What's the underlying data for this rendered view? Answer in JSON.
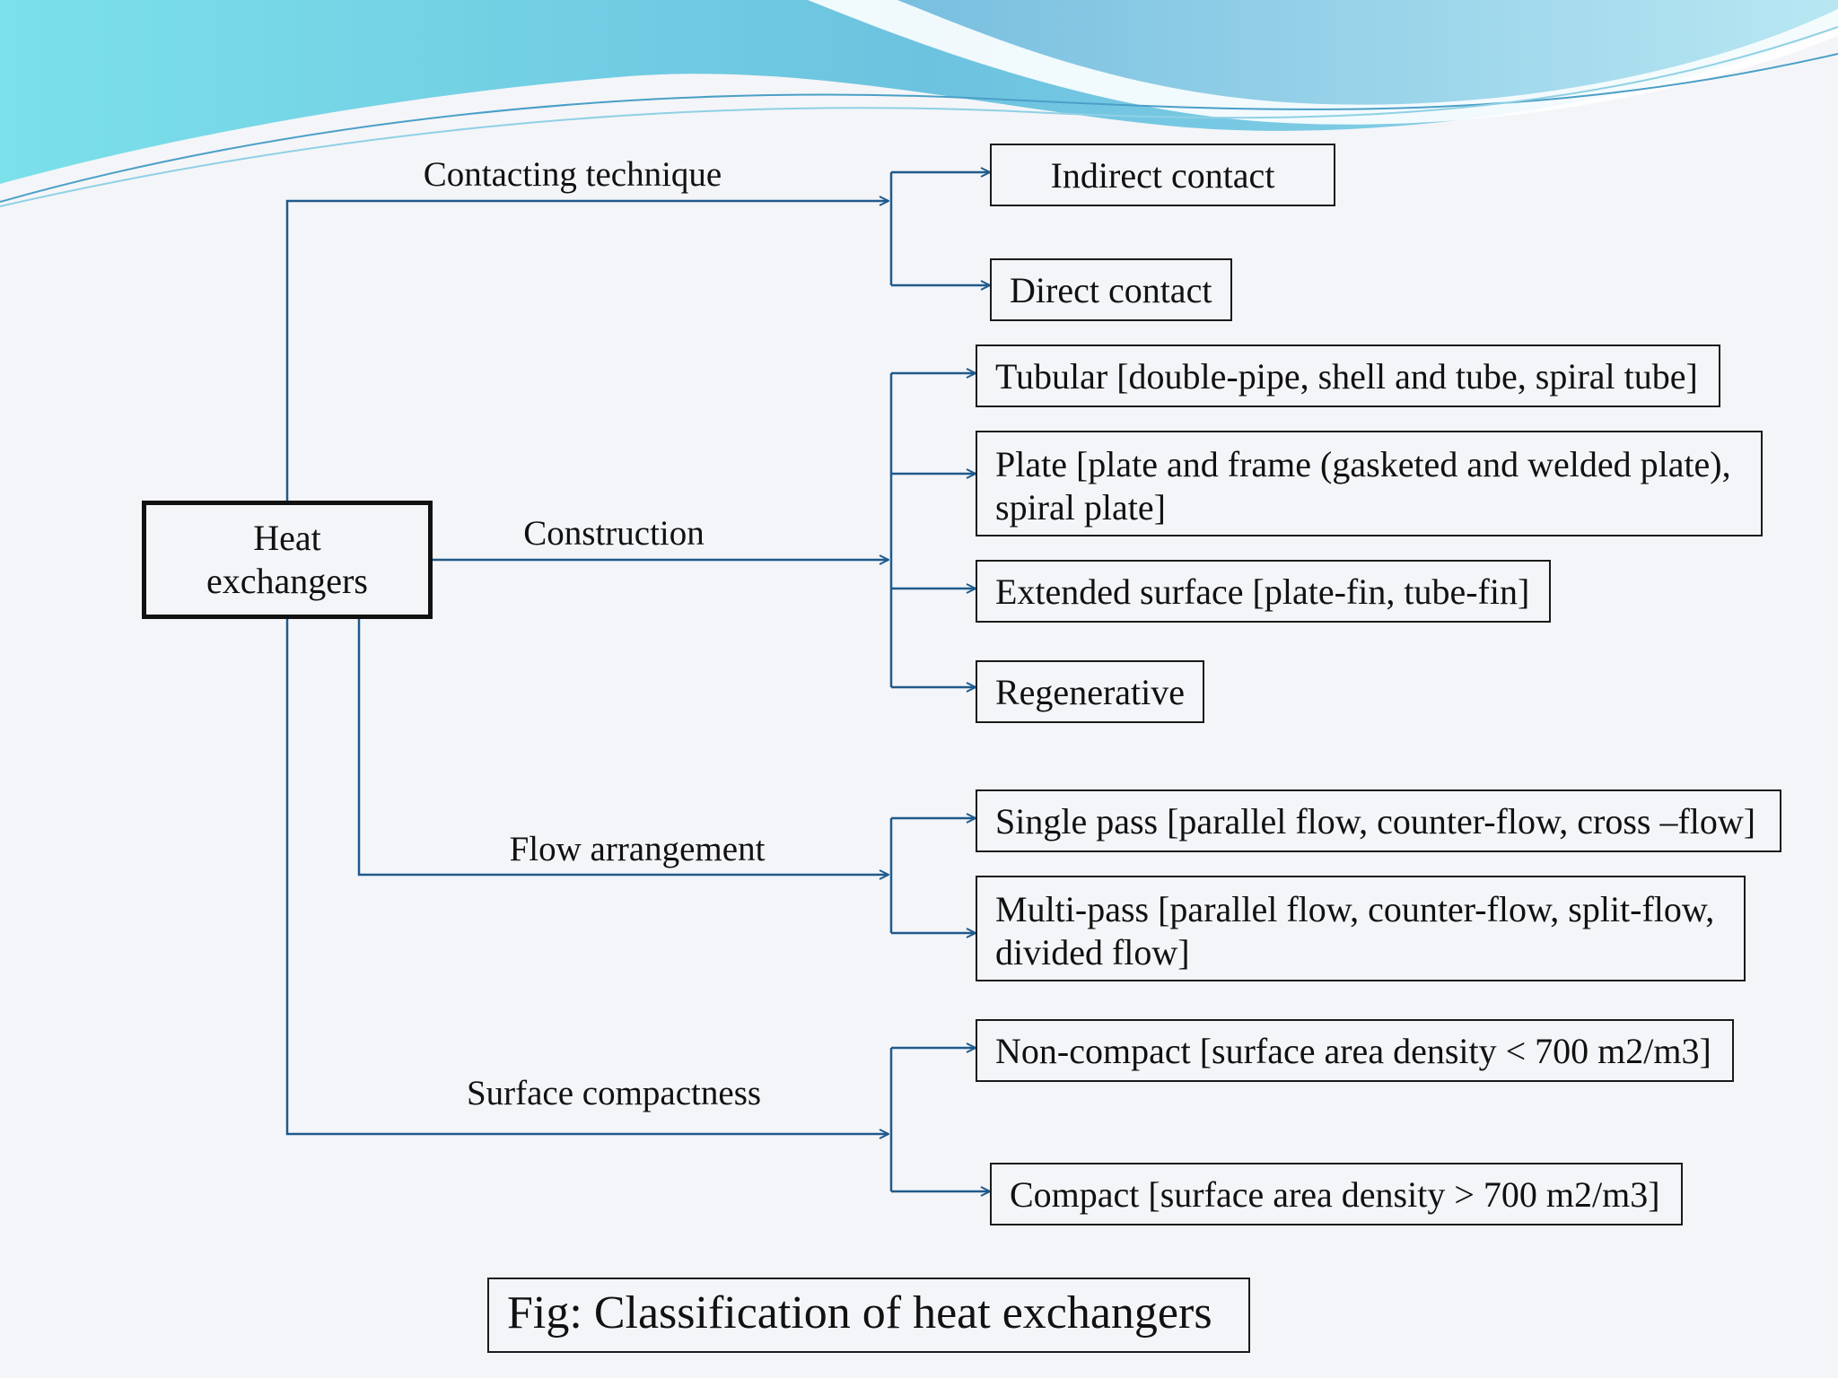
{
  "root": {
    "label_line1": "Heat",
    "label_line2": "exchangers"
  },
  "branches": {
    "contacting": {
      "label": "Contacting technique",
      "items": [
        "Indirect contact",
        "Direct contact"
      ]
    },
    "construction": {
      "label": "Construction",
      "items": [
        "Tubular [double-pipe, shell and tube, spiral tube]",
        "Plate [plate and frame (gasketed and welded plate), spiral plate]",
        "Extended surface [plate-fin, tube-fin]",
        "Regenerative"
      ]
    },
    "flow": {
      "label": "Flow arrangement",
      "items": [
        "Single pass [parallel flow, counter-flow, cross –flow]",
        "Multi-pass [parallel flow, counter-flow, split-flow, divided flow]"
      ]
    },
    "compactness": {
      "label": "Surface compactness",
      "items": [
        "Non-compact [surface area density < 700 m2/m3]",
        "Compact [surface area density > 700 m2/m3]"
      ]
    }
  },
  "caption": "Fig: Classification of heat exchangers",
  "colors": {
    "connector": "#1f5a8c",
    "wave_light": "#7fd6e6",
    "wave_dark": "#3f9ac8"
  }
}
